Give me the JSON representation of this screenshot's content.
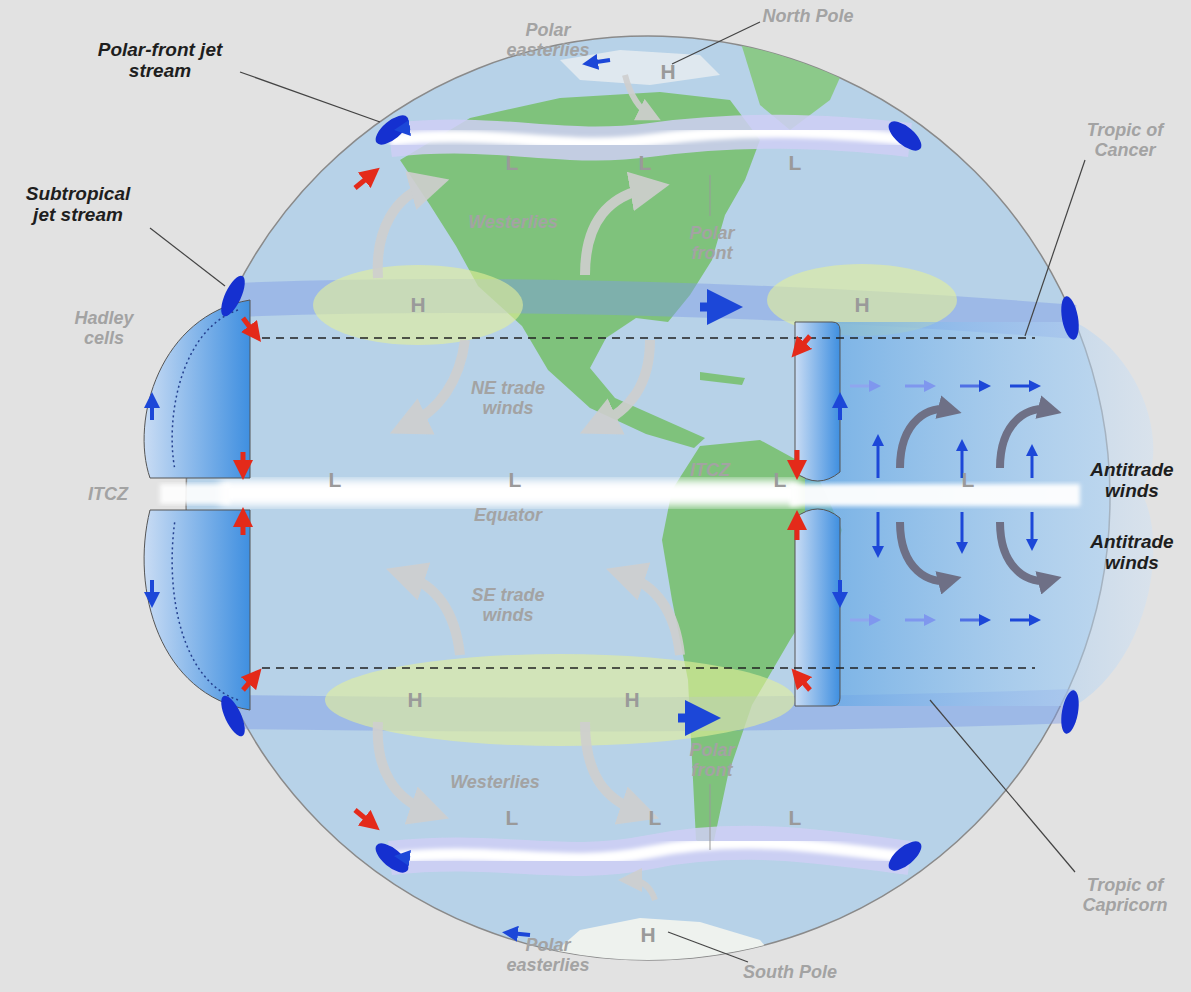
{
  "diagram": {
    "labels": [
      "Polar-front jet stream",
      "Subtropical jet stream",
      "Polar easterlies",
      "North Pole",
      "Tropic of Cancer",
      "Hadley cells",
      "Westerlies",
      "Polar front",
      "NE trade winds",
      "ITCZ",
      "Equator",
      "ITCZ",
      "Antitrade winds",
      "Antitrade winds",
      "SE trade winds",
      "Polar front",
      "Westerlies",
      "Tropic of Capricorn",
      "Polar easterlies",
      "South Pole",
      "H",
      "L",
      "L",
      "L",
      "H",
      "H",
      "L",
      "L",
      "L",
      "L",
      "H",
      "H",
      "L",
      "L",
      "L",
      "H"
    ]
  }
}
